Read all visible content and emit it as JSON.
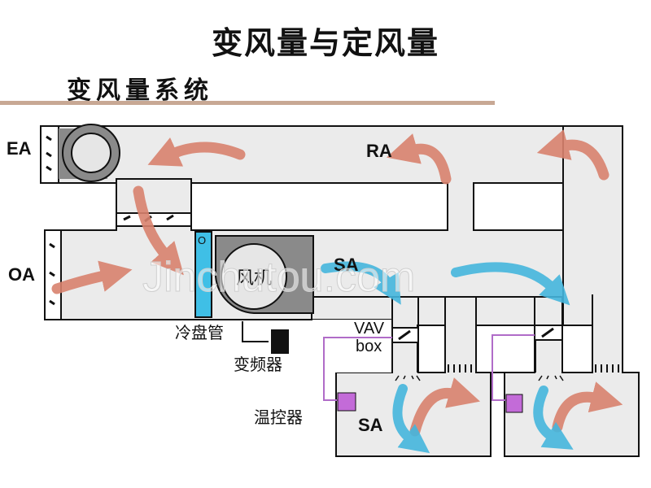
{
  "header": {
    "title": "变风量与定风量",
    "subtitle": "变风量系统"
  },
  "labels": {
    "ea": "EA",
    "oa": "OA",
    "ra": "RA",
    "sa_duct": "SA",
    "sa_room": "SA",
    "fan": "风机",
    "coil": "冷盘管",
    "inverter": "变频器",
    "vav_line1": "VAV",
    "vav_line2": "box",
    "thermostat": "温控器",
    "coil_mark": "O"
  },
  "watermark": "Jinchutou.com",
  "colors": {
    "duct_fill": "#ebebeb",
    "duct_stroke": "#111111",
    "return_arrow": "#d9826e",
    "supply_arrow": "#45b6dd",
    "coil": "#3fbfe6",
    "thermostat": "#c36bd8",
    "control_wire": "#b06cc8"
  }
}
